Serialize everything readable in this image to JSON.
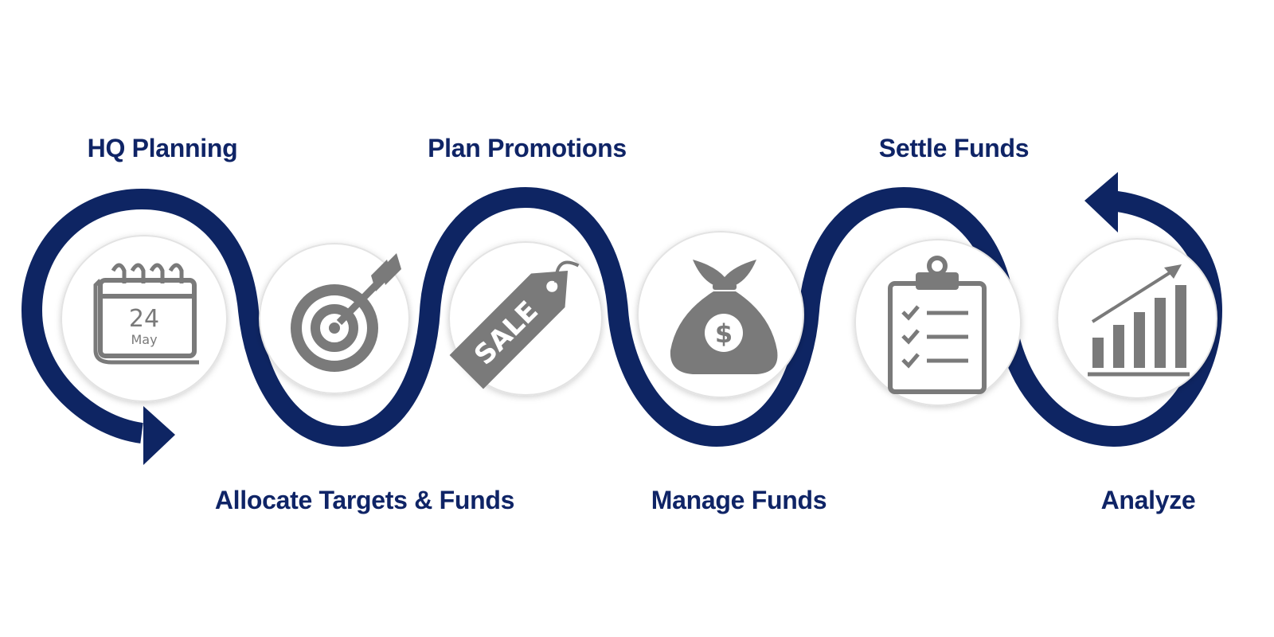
{
  "colors": {
    "path": "#0e2563",
    "label": "#0f2466",
    "icon": "#7a7a7a",
    "circle_fill": "#ffffff",
    "circle_shadow": "#cfcfcf"
  },
  "steps": [
    {
      "label": "HQ Planning",
      "icon": "calendar-icon",
      "calendar_day": "24",
      "calendar_month": "May"
    },
    {
      "label": "Allocate Targets & Funds",
      "icon": "target-icon"
    },
    {
      "label": "Plan Promotions",
      "icon": "sale-tag-icon",
      "tag_text": "SALE"
    },
    {
      "label": "Manage Funds",
      "icon": "money-bag-icon",
      "symbol": "$"
    },
    {
      "label": "Settle Funds",
      "icon": "clipboard-checklist-icon"
    },
    {
      "label": "Analyze",
      "icon": "growth-chart-icon"
    }
  ]
}
